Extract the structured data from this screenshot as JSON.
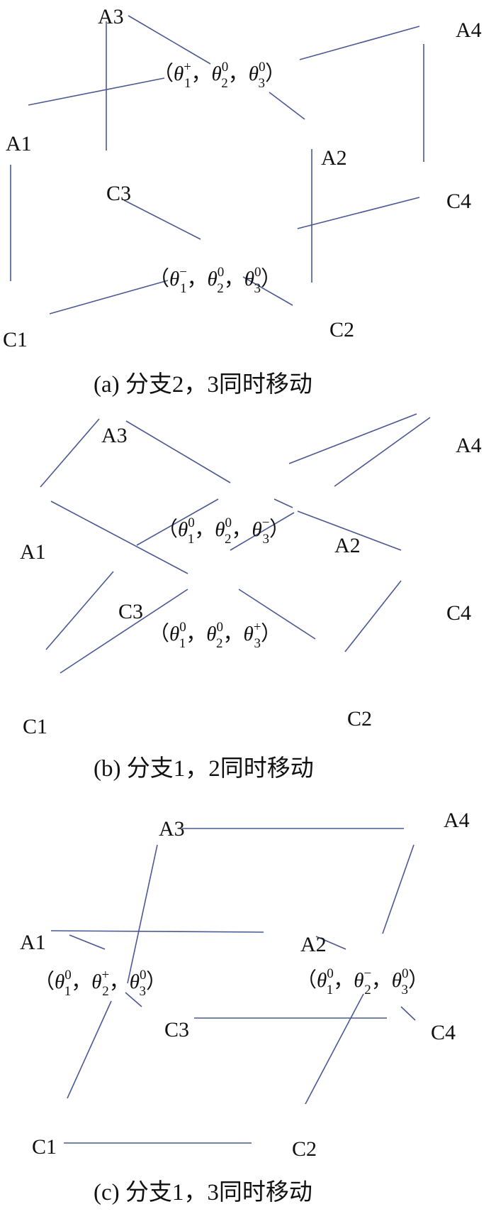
{
  "panels": [
    {
      "id": "a",
      "nodes": [
        {
          "id": "A3",
          "label": "A3"
        },
        {
          "id": "A4",
          "label": "A4"
        },
        {
          "id": "A1",
          "label": "A1"
        },
        {
          "id": "A2",
          "label": "A2"
        },
        {
          "id": "C3",
          "label": "C3"
        },
        {
          "id": "C4",
          "label": "C4"
        },
        {
          "id": "C1",
          "label": "C1"
        },
        {
          "id": "C2",
          "label": "C2"
        }
      ],
      "states": [
        {
          "theta": "θ",
          "items": [
            {
              "sub": "1",
              "sup": "+"
            },
            {
              "sub": "2",
              "sup": "0"
            },
            {
              "sub": "3",
              "sup": "0"
            }
          ]
        },
        {
          "theta": "θ",
          "items": [
            {
              "sub": "1",
              "sup": "−"
            },
            {
              "sub": "2",
              "sup": "0"
            },
            {
              "sub": "3",
              "sup": "0"
            }
          ]
        }
      ],
      "caption": "(a)  分支2，3同时移动"
    },
    {
      "id": "b",
      "nodes": [
        {
          "id": "A3",
          "label": "A3"
        },
        {
          "id": "A4",
          "label": "A4"
        },
        {
          "id": "A1",
          "label": "A1"
        },
        {
          "id": "A2",
          "label": "A2"
        },
        {
          "id": "C3",
          "label": "C3"
        },
        {
          "id": "C4",
          "label": "C4"
        },
        {
          "id": "C1",
          "label": "C1"
        },
        {
          "id": "C2",
          "label": "C2"
        }
      ],
      "states": [
        {
          "theta": "θ",
          "items": [
            {
              "sub": "1",
              "sup": "0"
            },
            {
              "sub": "2",
              "sup": "0"
            },
            {
              "sub": "3",
              "sup": "−"
            }
          ]
        },
        {
          "theta": "θ",
          "items": [
            {
              "sub": "1",
              "sup": "0"
            },
            {
              "sub": "2",
              "sup": "0"
            },
            {
              "sub": "3",
              "sup": "+"
            }
          ]
        }
      ],
      "caption": "(b)  分支1，2同时移动"
    },
    {
      "id": "c",
      "nodes": [
        {
          "id": "A3",
          "label": "A3"
        },
        {
          "id": "A4",
          "label": "A4"
        },
        {
          "id": "A1",
          "label": "A1"
        },
        {
          "id": "A2",
          "label": "A2"
        },
        {
          "id": "C3",
          "label": "C3"
        },
        {
          "id": "C4",
          "label": "C4"
        },
        {
          "id": "C1",
          "label": "C1"
        },
        {
          "id": "C2",
          "label": "C2"
        }
      ],
      "states": [
        {
          "theta": "θ",
          "items": [
            {
              "sub": "1",
              "sup": "0"
            },
            {
              "sub": "2",
              "sup": "+"
            },
            {
              "sub": "3",
              "sup": "0"
            }
          ]
        },
        {
          "theta": "θ",
          "items": [
            {
              "sub": "1",
              "sup": "0"
            },
            {
              "sub": "2",
              "sup": "−"
            },
            {
              "sub": "3",
              "sup": "0"
            }
          ]
        }
      ],
      "caption": "(c)  分支1，3同时移动"
    }
  ]
}
